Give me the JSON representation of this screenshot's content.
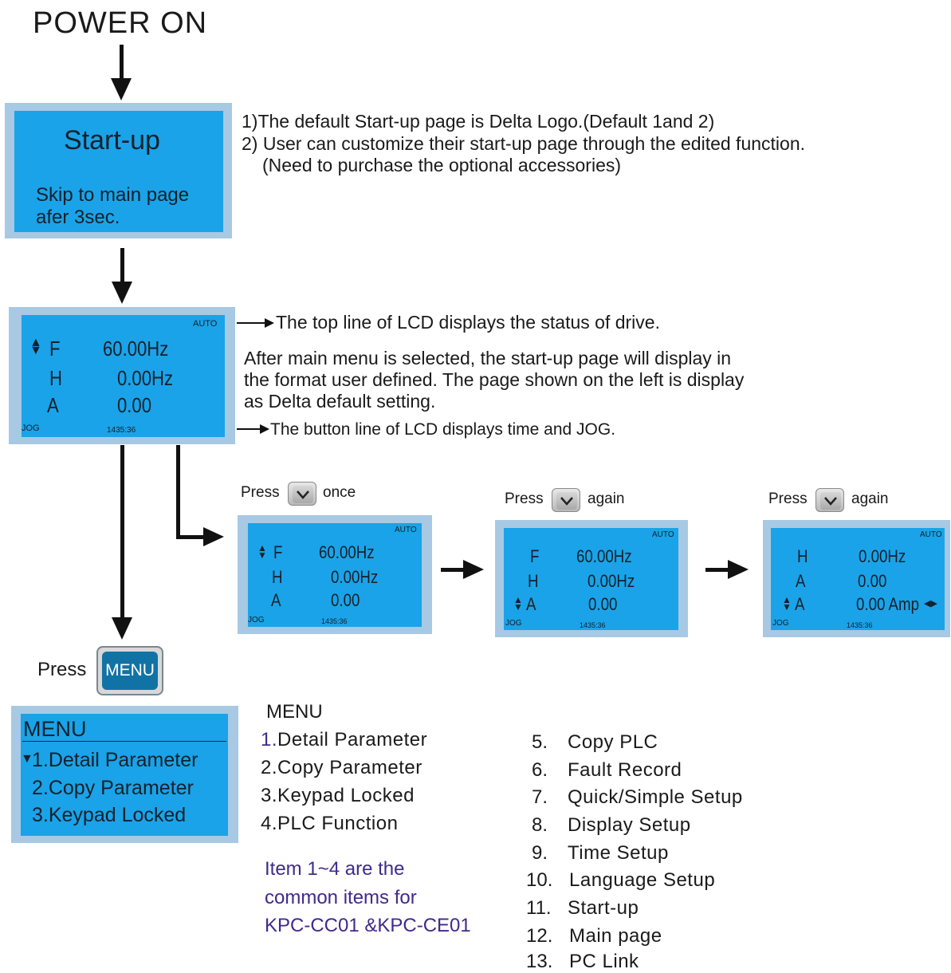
{
  "title": "POWER ON",
  "startup_lcd": {
    "heading": "Start-up",
    "line1": "Skip to main page",
    "line2": "afer 3sec."
  },
  "startup_notes": [
    "1)The default Start-up page is Delta Logo.(Default 1and 2)",
    "2) User can customize their start-up page through the edited function.",
    "(Need to purchase the optional accessories)"
  ],
  "main_lcd": {
    "status": "AUTO",
    "rows": [
      {
        "label": "F",
        "value": "60.00Hz",
        "cursor": true
      },
      {
        "label": "H",
        "value": "0.00Hz",
        "cursor": false
      },
      {
        "label": "A",
        "value": "0.00",
        "cursor": false
      }
    ],
    "jog": "JOG",
    "time": "1435:36"
  },
  "main_notes": {
    "top_line": "The top line of LCD displays the status of drive.",
    "para": [
      "After main menu is selected, the start-up page will display in",
      "the format user defined. The page shown on the left is display",
      "as Delta default setting."
    ],
    "bottom_line": "The button line of LCD displays time and JOG."
  },
  "press_labels": [
    {
      "press": "Press",
      "suffix": "once"
    },
    {
      "press": "Press",
      "suffix": "again"
    },
    {
      "press": "Press",
      "suffix": "again"
    }
  ],
  "small_lcds": [
    {
      "status": "AUTO",
      "rows": [
        {
          "label": "F",
          "value": "60.00Hz",
          "cursor": true
        },
        {
          "label": "H",
          "value": "0.00Hz",
          "cursor": false
        },
        {
          "label": "A",
          "value": "0.00",
          "cursor": false
        }
      ],
      "jog": "JOG",
      "time": "1435:36"
    },
    {
      "status": "AUTO",
      "rows": [
        {
          "label": "F",
          "value": "60.00Hz",
          "cursor": false
        },
        {
          "label": "H",
          "value": "0.00Hz",
          "cursor": false
        },
        {
          "label": "A",
          "value": "0.00",
          "cursor": true
        }
      ],
      "jog": "JOG",
      "time": "1435:36"
    },
    {
      "status": "AUTO",
      "rows": [
        {
          "label": "H",
          "value": "0.00Hz",
          "cursor": false
        },
        {
          "label": "A",
          "value": "0.00",
          "cursor": false
        },
        {
          "label": "A",
          "value": "0.00 Amp",
          "cursor": true
        }
      ],
      "jog": "JOG",
      "time": "1435:36"
    }
  ],
  "menu_press": {
    "press": "Press",
    "key": "MENU"
  },
  "menu_lcd": {
    "title": "MENU",
    "items": [
      "1.Detail Parameter",
      "2.Copy Parameter",
      "3.Keypad Locked"
    ]
  },
  "menu_list": {
    "title": "MENU",
    "col1": [
      {
        "num": "1.",
        "label": "Detail Parameter"
      },
      {
        "num": "2.",
        "label": "Copy Parameter"
      },
      {
        "num": "3.",
        "label": "Keypad Locked"
      },
      {
        "num": "4.",
        "label": "PLC Function"
      }
    ],
    "col2": [
      {
        "num": "5.",
        "label": "Copy PLC"
      },
      {
        "num": "6.",
        "label": "Fault Record"
      },
      {
        "num": "7.",
        "label": "Quick/Simple Setup"
      },
      {
        "num": "8.",
        "label": "Display Setup"
      },
      {
        "num": "9.",
        "label": "Time Setup"
      },
      {
        "num": "10.",
        "label": "Language Setup"
      },
      {
        "num": "11.",
        "label": "Start-up"
      },
      {
        "num": "12.",
        "label": "Main page"
      },
      {
        "num": "13.",
        "label": "PC Link"
      }
    ],
    "common_note": [
      "Item 1~4 are the",
      "common items for",
      "KPC-CC01 &KPC-CE01"
    ]
  },
  "colors": {
    "lcd_screen": "#1aa3e8",
    "lcd_frame": "#a7c9e3",
    "note_purple": "#3f2a8c",
    "menu_key": "#1173a5"
  }
}
